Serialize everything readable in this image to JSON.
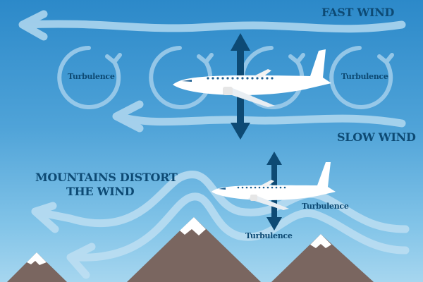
{
  "labels": {
    "fast_wind": "FAST WIND",
    "slow_wind": "SLOW WIND",
    "mountains_line1": "MOUNTAINS DISTORT",
    "mountains_line2": "THE WIND",
    "turbulence_1": "Turbulence",
    "turbulence_2": "Turbulence",
    "turbulence_3": "Turbulence",
    "turbulence_4": "Turbulence"
  },
  "colors": {
    "sky_top": "#2c89c9",
    "sky_bottom": "#a6d6ef",
    "wind_arrow": "#b3d9f0",
    "text": "#0d4a74",
    "vertical_arrow": "#0d4a74",
    "mountain": "#7a6660",
    "snow": "#ffffff",
    "plane": "#ffffff"
  }
}
